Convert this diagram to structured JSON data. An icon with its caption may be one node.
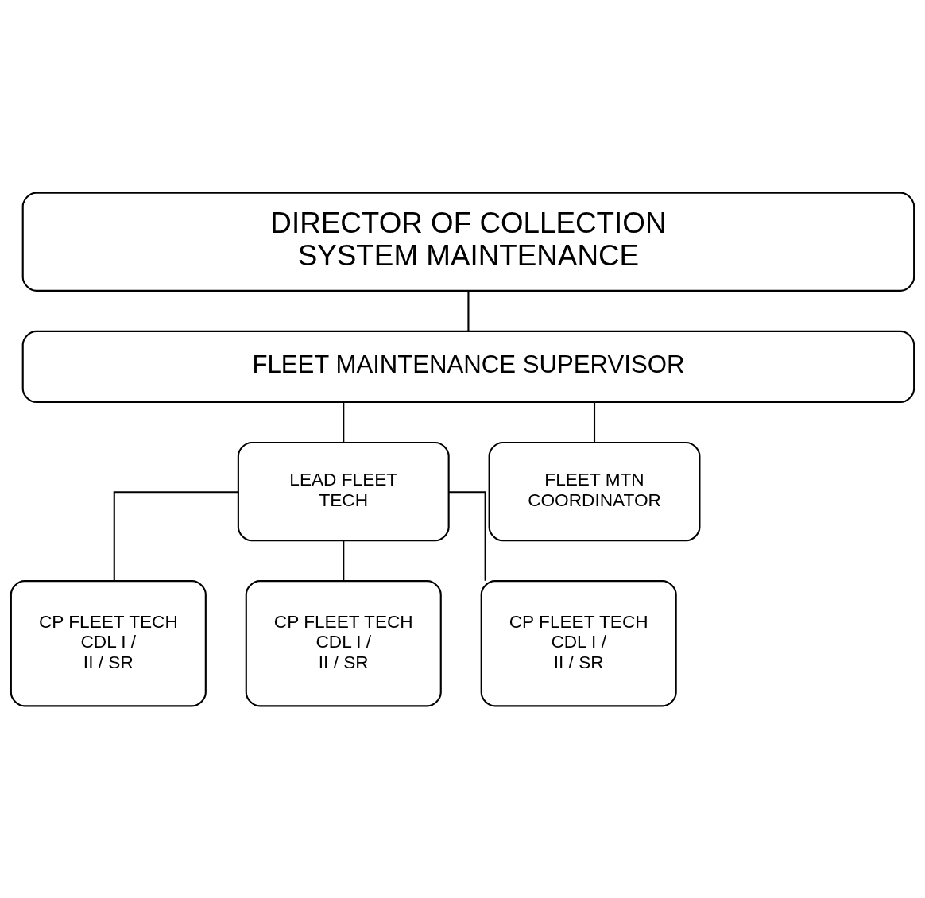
{
  "diagram": {
    "nodes": [
      {
        "text": [
          "DIRECTOR OF COLLECTION SYSTEM MAINTENANCE"
        ]
      },
      {
        "text": [
          "FLEET MAINTENANCE SUPERVISOR"
        ]
      },
      {
        "text": [
          "LEAD FLEET TECH"
        ]
      },
      {
        "text": [
          "FLEET MTN COORDINATOR"
        ]
      },
      {
        "text": [
          "CP FLEET TECH CDL I / II / SR"
        ]
      },
      {
        "text": [
          "CP FLEET TECH CDL I / II / SR"
        ]
      },
      {
        "text": [
          "CP FLEET TECH CDL I / II / SR"
        ]
      }
    ],
    "edges": [
      {
        "from": 0,
        "to": 1,
        "arrow": "none"
      },
      {
        "from": 1,
        "to": 2,
        "arrow": "none"
      },
      {
        "from": 1,
        "to": 3,
        "arrow": "none"
      },
      {
        "from": 2,
        "to": 4,
        "arrow": "none"
      },
      {
        "from": 2,
        "to": 5,
        "arrow": "none"
      },
      {
        "from": 2,
        "to": 6,
        "arrow": "none"
      }
    ]
  }
}
